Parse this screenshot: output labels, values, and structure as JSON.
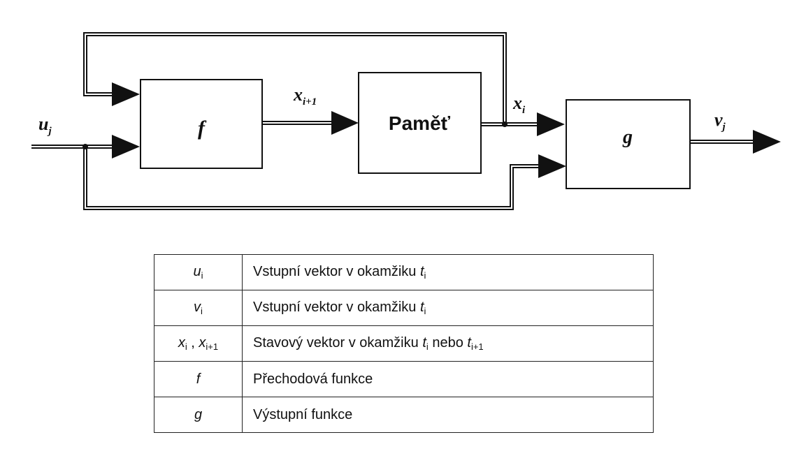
{
  "blocks": {
    "f": "f",
    "memory": "Paměť",
    "g": "g"
  },
  "signals": {
    "u": {
      "base": "u",
      "sub": "j"
    },
    "x_next": {
      "base": "x",
      "sub": "i+1"
    },
    "x": {
      "base": "x",
      "sub": "i"
    },
    "v": {
      "base": "v",
      "sub": "j"
    }
  },
  "legend": [
    {
      "sym": [
        [
          "u",
          "i"
        ]
      ],
      "desc": [
        [
          "t",
          "Vstupní vektor v okamžiku "
        ],
        [
          "ti",
          "t"
        ],
        [
          "sub",
          "i"
        ]
      ]
    },
    {
      "sym": [
        [
          "v",
          "i"
        ]
      ],
      "desc": [
        [
          "t",
          "Vstupní vektor v okamžiku "
        ],
        [
          "ti",
          "t"
        ],
        [
          "sub",
          "i"
        ]
      ]
    },
    {
      "sym": [
        [
          "x",
          "i"
        ],
        [
          "sep",
          " , "
        ],
        [
          "x",
          "i+1"
        ]
      ],
      "desc": [
        [
          "t",
          "Stavový vektor v okamžiku "
        ],
        [
          "ti",
          "t"
        ],
        [
          "sub",
          "i"
        ],
        [
          "t",
          " nebo "
        ],
        [
          "ti",
          "t"
        ],
        [
          "sub",
          "i+1"
        ]
      ]
    },
    {
      "sym": [
        [
          "f",
          ""
        ]
      ],
      "desc": [
        [
          "t",
          "Přechodová funkce"
        ]
      ]
    },
    {
      "sym": [
        [
          "g",
          ""
        ]
      ],
      "desc": [
        [
          "t",
          "Výstupní funkce"
        ]
      ]
    }
  ]
}
